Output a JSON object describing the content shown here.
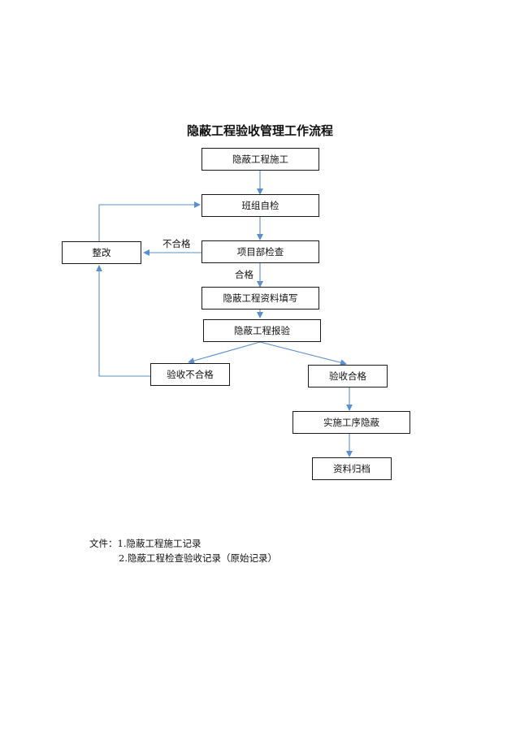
{
  "title": "隐蔽工程验收管理工作流程",
  "nodes": {
    "construction": "隐蔽工程施工",
    "team_self_check": "班组自检",
    "project_check": "项目部检查",
    "rectify": "整改",
    "fill_documents": "隐蔽工程资料填写",
    "report_inspection": "隐蔽工程报验",
    "inspection_fail": "验收不合格",
    "inspection_pass": "验收合格",
    "conceal_next_step": "实施工序隐蔽",
    "archive": "资料归档"
  },
  "edge_labels": {
    "fail": "不合格",
    "pass": "合格"
  },
  "notes": {
    "prefix": "文件：",
    "items": [
      "1.隐蔽工程施工记录",
      "2.隐蔽工程检查验收记录（原始记录）"
    ]
  },
  "colors": {
    "arrow": "#5b8fcf",
    "box_border": "#1a1a1a"
  }
}
